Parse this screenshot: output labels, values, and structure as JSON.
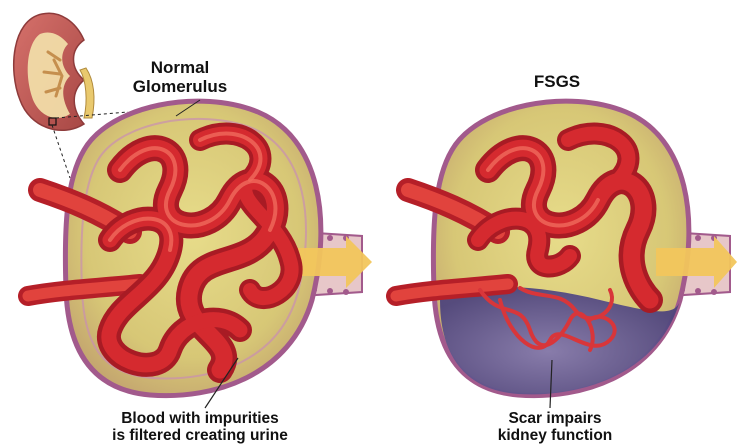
{
  "panels": [
    {
      "title_line1": "Normal",
      "title_line2": "Glomerulus",
      "caption_line1": "Blood with impurities",
      "caption_line2": "is filtered creating urine"
    },
    {
      "title": "FSGS",
      "caption_line1": "Scar impairs",
      "caption_line2": "kidney function"
    }
  ],
  "colors": {
    "capsule_wall": "#a25a8c",
    "capsule_fill": "#d8cf7c",
    "capillary": "#d52a2f",
    "capillary_highlight": "#f06a5d",
    "scar": "#6f5f9c",
    "urine_arrow": "#f2c65c",
    "kidney_cortex": "#c9605c",
    "kidney_medulla": "#f1dca8"
  },
  "icons": [
    "kidney-icon",
    "urine-arrow-icon"
  ]
}
